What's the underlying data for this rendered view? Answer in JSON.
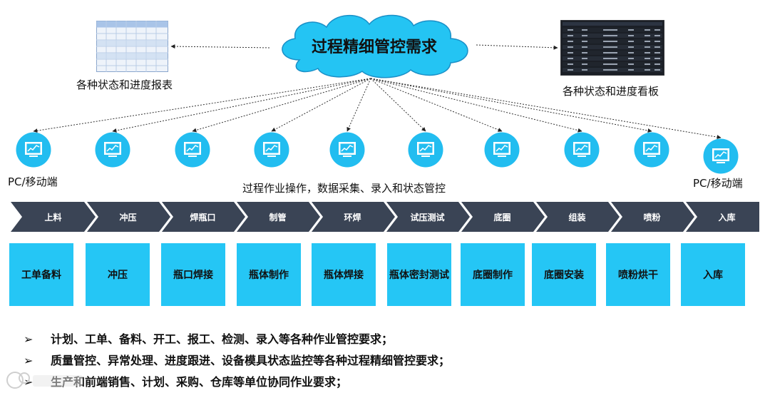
{
  "diagram": {
    "cloud": {
      "label": "过程精细管控需求"
    },
    "report": {
      "label": "各种状态和进度报表"
    },
    "board": {
      "label": "各种状态和进度看板"
    },
    "terminals": {
      "left_label": "PC/移动端",
      "right_label": "PC/移动端",
      "center_label": "过程作业操作，数据采集、录入和状态管控"
    },
    "process_steps": [
      "上料",
      "冲压",
      "焊瓶口",
      "制管",
      "环焊",
      "试压测试",
      "底圈",
      "组装",
      "喷粉",
      "入库"
    ],
    "task_boxes": [
      "工单备料",
      "冲压",
      "瓶口焊接",
      "瓶体制作",
      "瓶体焊接",
      "瓶体密封测试",
      "底圈制作",
      "底圈安装",
      "喷粉烘干",
      "入库"
    ],
    "requirements": [
      "计划、工单、备料、开工、报工、检测、录入等各种作业管控要求；",
      "质量管控、异常处理、进度跟进、设备模具状态监控等各种过程精细管控要求；",
      "生产和前端销售、计划、采购、仓库等单位协同作业要求；"
    ],
    "bullet_mark": "➢"
  },
  "colors": {
    "cloud": "#24c4f3",
    "node": "#22bdf0",
    "banner": "#3a4455",
    "box": "#25c6f5",
    "arrow": "#333333"
  },
  "icons": [
    "cloud-icon",
    "monitor-chart-icon",
    "spreadsheet-icon",
    "dashboard-icon"
  ]
}
